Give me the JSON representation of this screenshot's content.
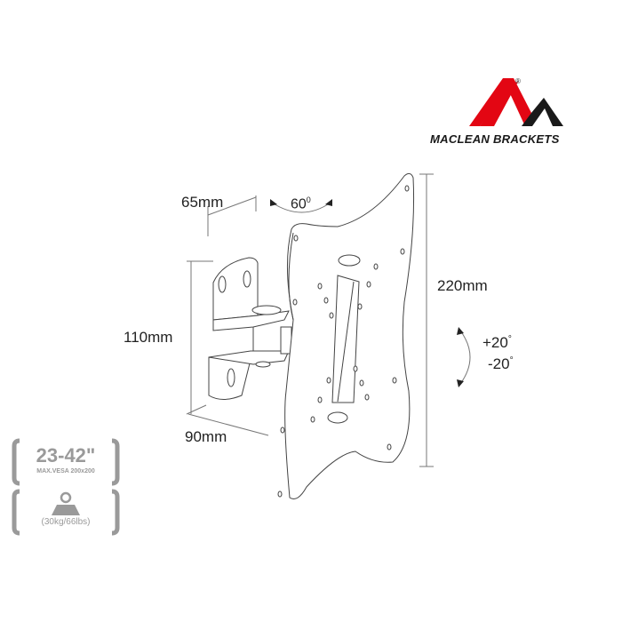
{
  "brand": {
    "name": "MACLEAN BRACKETS",
    "registered_mark": "®",
    "colors": {
      "red": "#e30613",
      "black": "#1a1a1a"
    }
  },
  "dimensions": {
    "depth_min": "65mm",
    "rotation": "60",
    "rotation_unit": "0",
    "wall_plate_height": "110mm",
    "depth_max": "90mm",
    "plate_height": "220mm",
    "tilt_up": "+20",
    "tilt_down": "-20",
    "degree_symbol": "°"
  },
  "specs": {
    "screen_size": "23-42\"",
    "vesa": "MAX.VESA 200x200",
    "max_load": "(30kg/66lbs)",
    "badge_color": "#9a9a9a"
  }
}
